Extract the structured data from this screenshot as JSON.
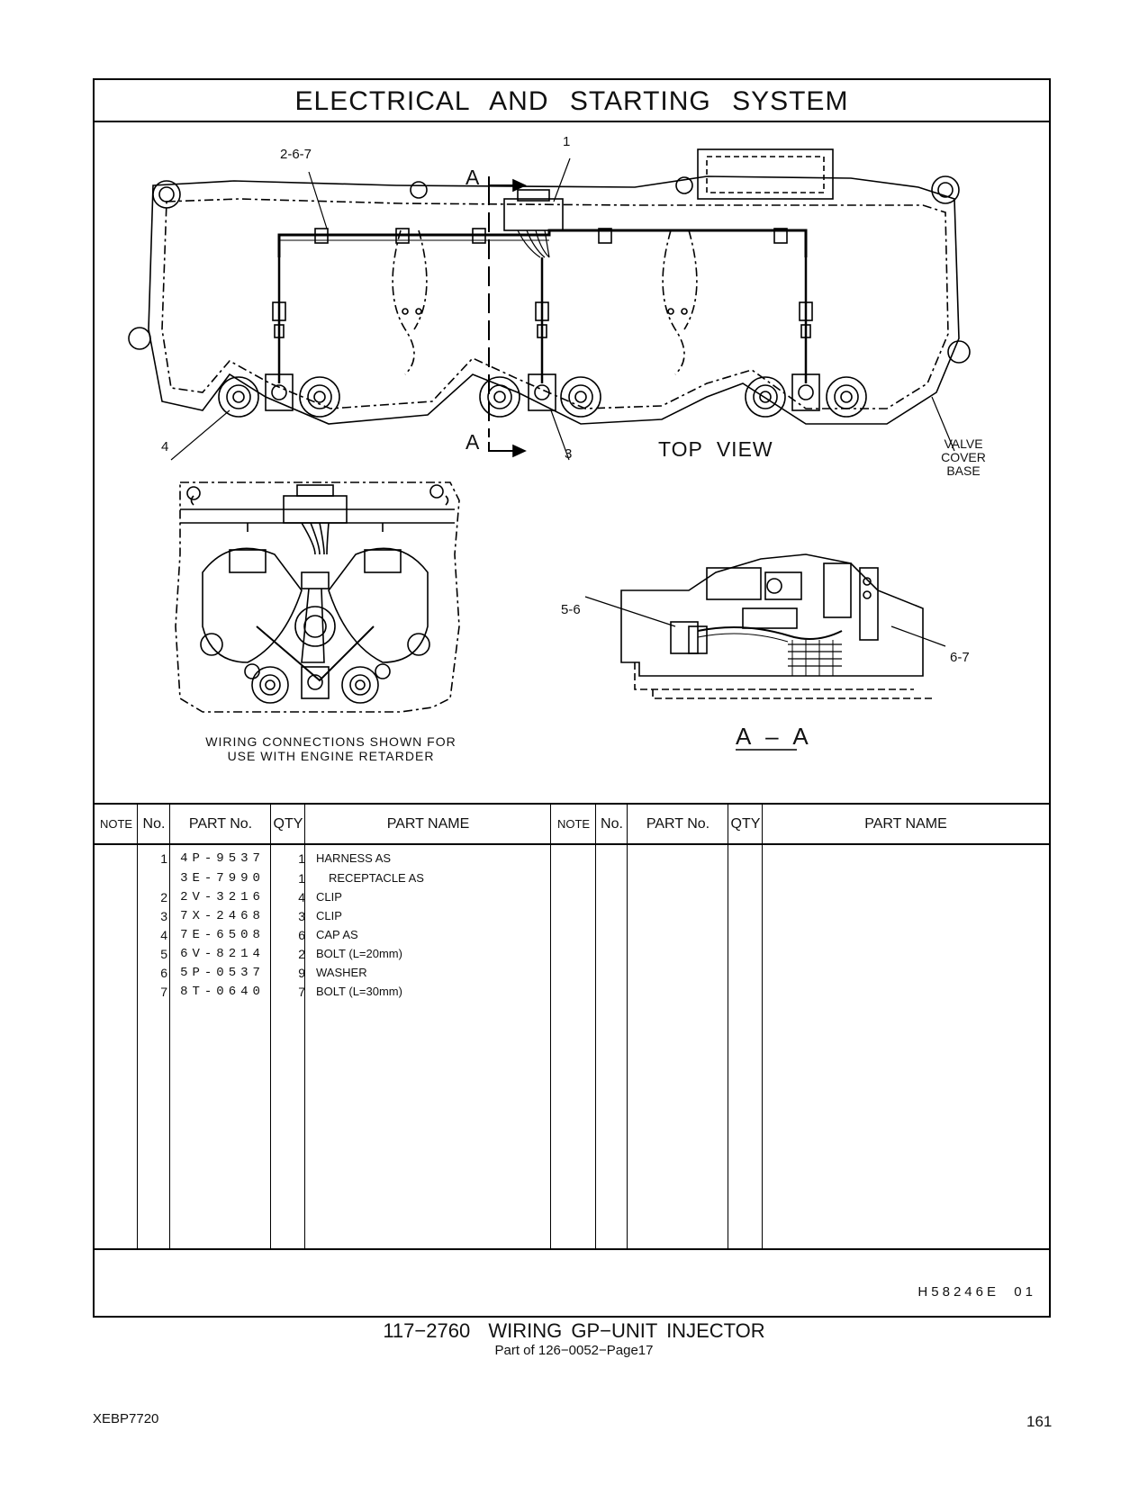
{
  "header": {
    "title": "ELECTRICAL AND STARTING SYSTEM"
  },
  "drawing": {
    "callouts": {
      "c267": "2-6-7",
      "c1": "1",
      "c4": "4",
      "c3": "3",
      "c56": "5-6",
      "c67": "6-7"
    },
    "section_mark_top": "A",
    "section_mark_bottom": "A",
    "top_view": "TOP VIEW",
    "valve_cover_base": [
      "VALVE",
      "COVER",
      "BASE"
    ],
    "section_label": "A – A",
    "wiring_note": [
      "WIRING CONNECTIONS SHOWN FOR",
      "USE WITH ENGINE RETARDER"
    ]
  },
  "table": {
    "headers": {
      "note": "NOTE",
      "no": "No.",
      "part_no": "PART No.",
      "qty": "QTY",
      "part_name": "PART NAME"
    },
    "rows": [
      {
        "no": "1",
        "part_no": "4P-9537",
        "qty": "1",
        "name": "HARNESS AS"
      },
      {
        "no": "",
        "part_no": "3E-7990",
        "qty": "1",
        "name": "RECEPTACLE AS"
      },
      {
        "no": "2",
        "part_no": "2V-3216",
        "qty": "4",
        "name": "CLIP"
      },
      {
        "no": "3",
        "part_no": "7X-2468",
        "qty": "3",
        "name": "CLIP"
      },
      {
        "no": "4",
        "part_no": "7E-6508",
        "qty": "6",
        "name": "CAP AS"
      },
      {
        "no": "5",
        "part_no": "6V-8214",
        "qty": "2",
        "name": "BOLT (L=20mm)"
      },
      {
        "no": "6",
        "part_no": "5P-0537",
        "qty": "9",
        "name": "WASHER"
      },
      {
        "no": "7",
        "part_no": "8T-0640",
        "qty": "7",
        "name": "BOLT (L=30mm)"
      }
    ],
    "code": "H58246E  01"
  },
  "caption": {
    "title": "117−2760  WIRING GP−UNIT INJECTOR",
    "subtitle": "Part of 126−0052−Page17"
  },
  "footer": {
    "doc_id": "XEBP7720",
    "page": "161"
  }
}
